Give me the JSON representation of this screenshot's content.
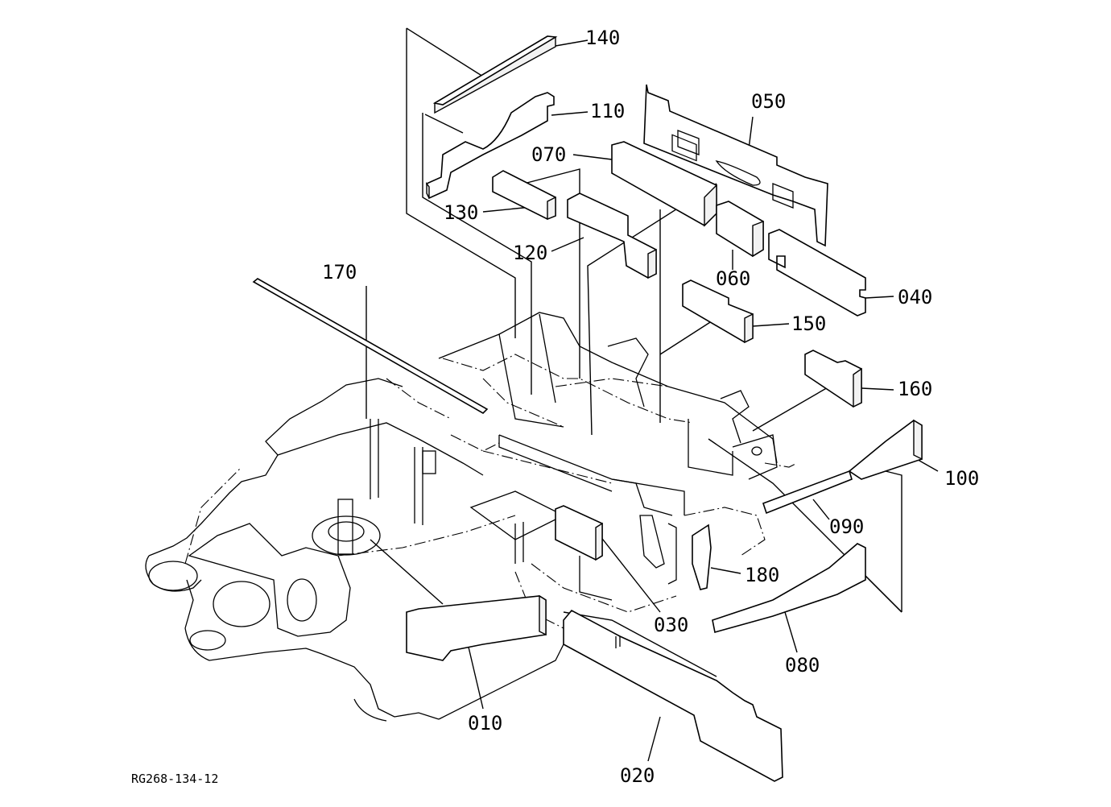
{
  "drawing_code": "RG268-134-12",
  "labels": [
    {
      "id": "140",
      "text": "140"
    },
    {
      "id": "110",
      "text": "110"
    },
    {
      "id": "050",
      "text": "050"
    },
    {
      "id": "070",
      "text": "070"
    },
    {
      "id": "130",
      "text": "130"
    },
    {
      "id": "120",
      "text": "120"
    },
    {
      "id": "060",
      "text": "060"
    },
    {
      "id": "040",
      "text": "040"
    },
    {
      "id": "170",
      "text": "170"
    },
    {
      "id": "150",
      "text": "150"
    },
    {
      "id": "160",
      "text": "160"
    },
    {
      "id": "100",
      "text": "100"
    },
    {
      "id": "090",
      "text": "090"
    },
    {
      "id": "180",
      "text": "180"
    },
    {
      "id": "030",
      "text": "030"
    },
    {
      "id": "080",
      "text": "080"
    },
    {
      "id": "010",
      "text": "010"
    },
    {
      "id": "020",
      "text": "020"
    }
  ]
}
